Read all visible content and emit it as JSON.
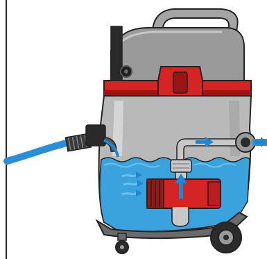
{
  "diagram": {
    "colors": {
      "frame_line": "#222222",
      "lid_grey": "#9a9a9a",
      "lid_dark": "#6a6a6a",
      "handle_grey": "#a5a5a5",
      "red": "#d42424",
      "red_dark": "#9c1414",
      "tank_steel": "#b9b9b9",
      "tank_steel_light": "#dcdcdc",
      "water": "#3aa3de",
      "water_light": "#6cc0ee",
      "hose_blue": "#2a8fd6",
      "hose_black": "#3a3a3a",
      "pipe_grey": "#c8c8c8",
      "wheel_dark": "#2b2b2b",
      "arrow_blue": "#1f86d1"
    },
    "icons": [
      "vacuum-cleaner",
      "water-flow-arrow",
      "pump-motor",
      "hose",
      "wheel"
    ]
  }
}
